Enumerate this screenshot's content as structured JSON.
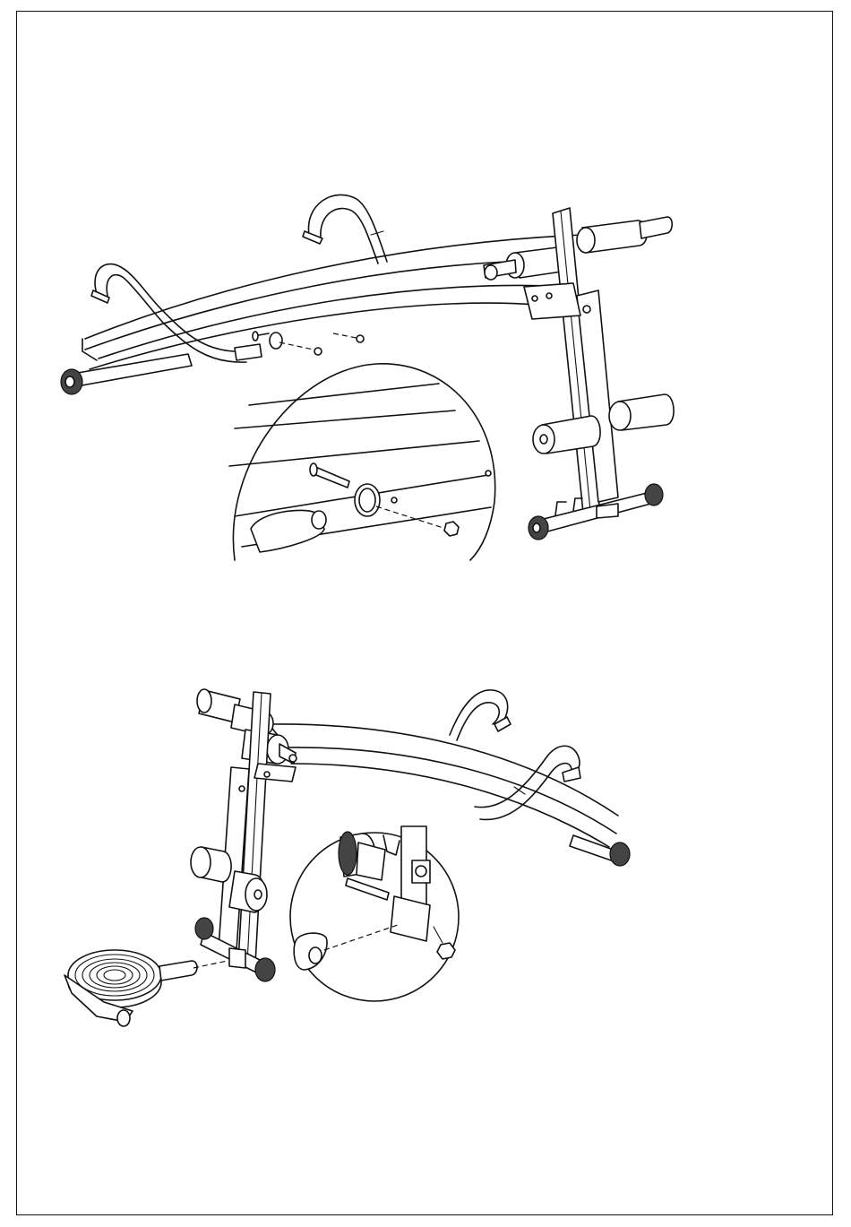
{
  "page": {
    "description_text": "",
    "colors": {
      "line": "#111111",
      "background": "#ffffff",
      "grip": "#444444"
    }
  },
  "figures": [
    {
      "id": "figure-1",
      "parts": [
        "curved-bench-frame",
        "handlebars",
        "front-upright",
        "foot-rollers",
        "floor-stabilizer",
        "bolt",
        "spacer-tube",
        "nut"
      ],
      "detail_callout": "bolt-spacer-nut"
    },
    {
      "id": "figure-2",
      "parts": [
        "curved-bench-frame",
        "handlebars",
        "front-upright",
        "foot-rollers",
        "twister-disc",
        "pin",
        "bracket",
        "nut"
      ],
      "detail_callout": "bracket-pin-nut"
    }
  ]
}
